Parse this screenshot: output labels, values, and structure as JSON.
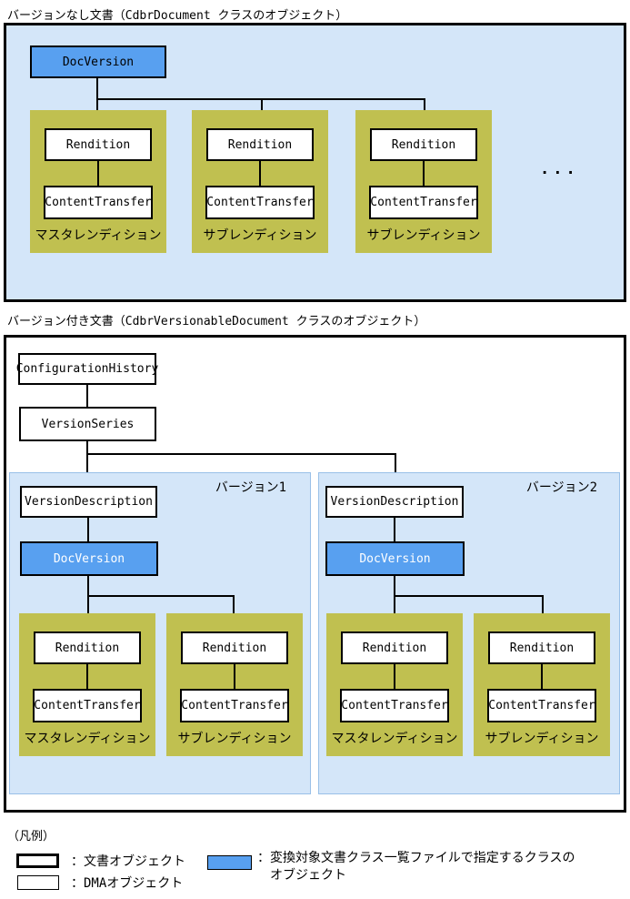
{
  "colors": {
    "section_background_blue": "#D4E6F9",
    "highlight_blue": "#58A0F0",
    "rendition_group_olive": "#C0C050",
    "panel_border_blue": "#99C0E8",
    "line_black": "#000000"
  },
  "versionless": {
    "title": "バージョンなし文書（CdbrDocument クラスのオブジェクト）",
    "doc_version": "DocVersion",
    "ellipsis": "...",
    "groups": [
      {
        "rendition": "Rendition",
        "content_transfer": "ContentTransfer",
        "label": "マスタレンディション"
      },
      {
        "rendition": "Rendition",
        "content_transfer": "ContentTransfer",
        "label": "サブレンディション"
      },
      {
        "rendition": "Rendition",
        "content_transfer": "ContentTransfer",
        "label": "サブレンディション"
      }
    ]
  },
  "versioned": {
    "title": "バージョン付き文書（CdbrVersionableDocument クラスのオブジェクト）",
    "configuration_history": "ConfigurationHistory",
    "version_series": "VersionSeries",
    "versions": [
      {
        "label": "バージョン1",
        "version_description": "VersionDescription",
        "doc_version": "DocVersion",
        "groups": [
          {
            "rendition": "Rendition",
            "content_transfer": "ContentTransfer",
            "label": "マスタレンディション"
          },
          {
            "rendition": "Rendition",
            "content_transfer": "ContentTransfer",
            "label": "サブレンディション"
          }
        ]
      },
      {
        "label": "バージョン2",
        "version_description": "VersionDescription",
        "doc_version": "DocVersion",
        "groups": [
          {
            "rendition": "Rendition",
            "content_transfer": "ContentTransfer",
            "label": "マスタレンディション"
          },
          {
            "rendition": "Rendition",
            "content_transfer": "ContentTransfer",
            "label": "サブレンディション"
          }
        ]
      }
    ]
  },
  "legend": {
    "title": "（凡例）",
    "document_object_label": "：文書オブジェクト",
    "dma_object_label": "：DMAオブジェクト",
    "conversion_class_label_line1": "：変換対象文書クラス一覧ファイルで指定するクラスの",
    "conversion_class_label_line2": "オブジェクト"
  }
}
